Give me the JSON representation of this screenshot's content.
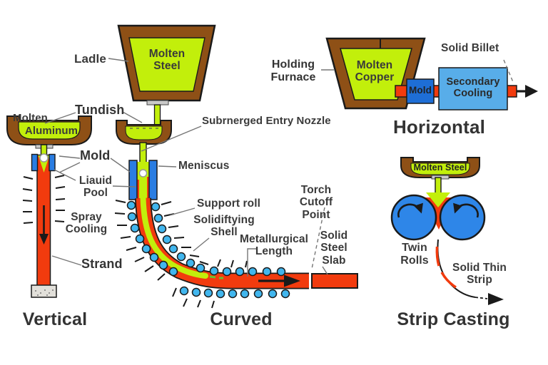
{
  "vertical": {
    "title": "Vertical",
    "molten": "Molten",
    "aluminum": "Aluminum",
    "tundish": "Tundish",
    "mold": "Mold",
    "liquid_pool": "Liauid\nPool",
    "spray_cooling": "Spray\nCooling",
    "strand": "Strand"
  },
  "curved": {
    "title": "Curved",
    "ladle": "Ladle",
    "molten_steel": "Molten\nSteel",
    "submerged_entry_nozzle": "Subrnerged Entry Nozzle",
    "meniscus": "Meniscus",
    "support_roll": "Support roll",
    "solidifying_shell": "Solidiftying\nShell",
    "metallurgical_length": "Metallurgical\nLength",
    "torch_cutoff_point": "Torch\nCutoff\nPoint",
    "solid_steel_slab": "Solid\nSteel\nSlab"
  },
  "horizontal": {
    "title": "Horizontal",
    "holding_furnace": "Holding\nFurnace",
    "molten_copper": "Molten\nCopper",
    "mold": "Mold",
    "secondary_cooling": "Secondary\nCooling",
    "solid_billet": "Solid Billet"
  },
  "strip_casting": {
    "title": "Strip Casting",
    "molten_steel": "Molten Steel",
    "twin_rolls": "Twin\nRolls",
    "solid_thin_strip": "Solid Thin\nStrip"
  },
  "colors": {
    "molten_metal": "#c2ef0b",
    "vessel_brown": "#8e5016",
    "hot_strand_red": "#f23b0e",
    "mold_blue": "#2a7de2",
    "roll_blue": "#41b6ee",
    "twin_roll_blue": "#2e86e8",
    "horizontal_mold_blue": "#1e6ed6",
    "secondary_cooling_blue": "#58ade9",
    "outline_black": "#1a1a1a",
    "label_text": "#3a3a3a"
  }
}
